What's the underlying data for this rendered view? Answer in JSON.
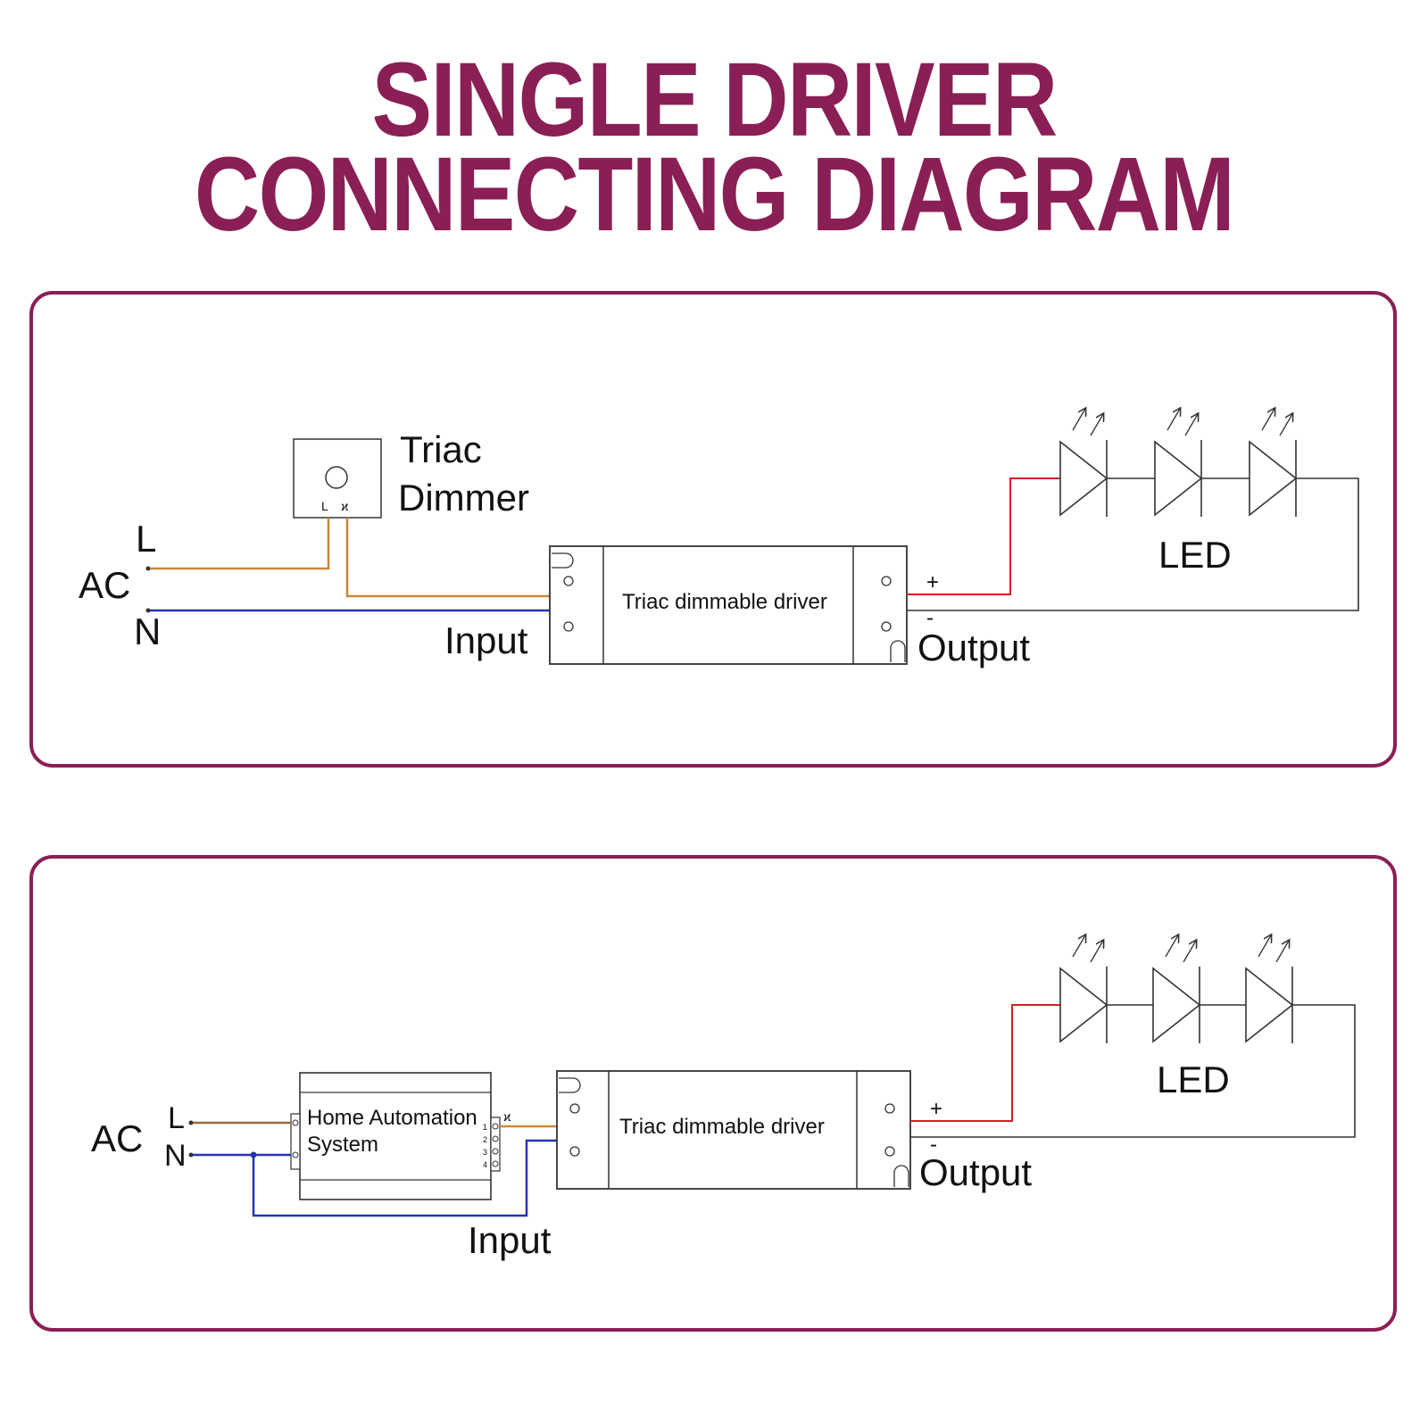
{
  "title": {
    "line1": "SINGLE DRIVER",
    "line2": "CONNECTING DIAGRAM"
  },
  "colors": {
    "accent": "#8a1f55",
    "live_wire": "#c8893a",
    "neutral_wire": "#2436b0",
    "positive_wire": "#d22020",
    "line": "#333333"
  },
  "diagram1": {
    "ac": "AC",
    "live": "L",
    "neutral": "N",
    "dimmer_line1": "Triac",
    "dimmer_line2": "Dimmer",
    "dimmer_term_l": "L",
    "dimmer_term_out": "ϰ",
    "input": "Input",
    "driver": "Triac dimmable driver",
    "plus": "+",
    "minus": "-",
    "output": "Output",
    "led": "LED"
  },
  "diagram2": {
    "ac": "AC",
    "live": "L",
    "neutral": "N",
    "automation_line1": "Home Automation",
    "automation_line2": "System",
    "automation_term_out": "ϰ",
    "terminals": [
      "1",
      "2",
      "3",
      "4"
    ],
    "input": "Input",
    "driver": "Triac dimmable driver",
    "plus": "+",
    "minus": "-",
    "output": "Output",
    "led": "LED"
  }
}
